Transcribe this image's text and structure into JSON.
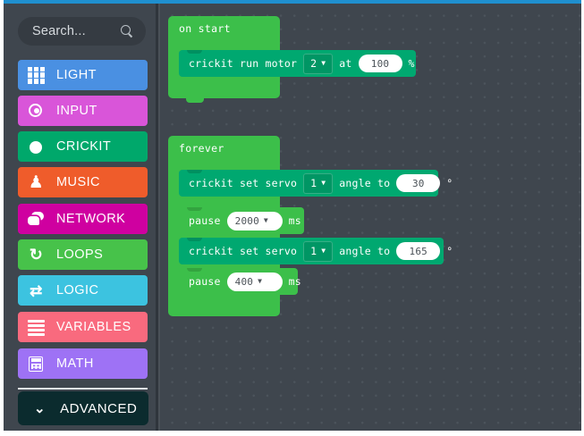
{
  "theme": {
    "topbar_accent": "#1f8fcf",
    "canvas_bg": "#3f464e",
    "grid_dot": "#4c545c",
    "crickit_block": "#00a870",
    "loop_block": "#3cbf4a"
  },
  "search": {
    "placeholder": "Search...",
    "value": "",
    "icon": "search-icon"
  },
  "sidebar": {
    "items": [
      {
        "label": "LIGHT",
        "color": "#4a90e2",
        "icon": "grid-icon"
      },
      {
        "label": "INPUT",
        "color": "#d955d9",
        "icon": "target-icon"
      },
      {
        "label": "CRICKIT",
        "color": "#00a86b",
        "icon": "circle-dot-icon"
      },
      {
        "label": "MUSIC",
        "color": "#ef5c2b",
        "icon": "headphones-icon"
      },
      {
        "label": "NETWORK",
        "color": "#cf00a0",
        "icon": "chat-bubbles-icon"
      },
      {
        "label": "LOOPS",
        "color": "#47c24a",
        "icon": "loop-arrow-icon"
      },
      {
        "label": "LOGIC",
        "color": "#3cc3e0",
        "icon": "shuffle-icon"
      },
      {
        "label": "VARIABLES",
        "color": "#f96a7e",
        "icon": "lines-icon"
      },
      {
        "label": "MATH",
        "color": "#9e72f5",
        "icon": "calculator-icon"
      }
    ],
    "advanced": {
      "label": "ADVANCED",
      "color": "#0b2b2e",
      "icon": "chevron-down-icon"
    }
  },
  "workspace": {
    "blocks": [
      {
        "header": "on start",
        "statements": [
          {
            "kind": "crickit",
            "parts": [
              {
                "type": "text",
                "value": "crickit run motor"
              },
              {
                "type": "dropdown-dark",
                "value": "2"
              },
              {
                "type": "text",
                "value": "at"
              },
              {
                "type": "pill",
                "value": "100"
              },
              {
                "type": "unit",
                "value": "%"
              }
            ]
          }
        ]
      },
      {
        "header": "forever",
        "statements": [
          {
            "kind": "crickit",
            "parts": [
              {
                "type": "text",
                "value": "crickit set servo"
              },
              {
                "type": "dropdown-dark",
                "value": "1"
              },
              {
                "type": "text",
                "value": "angle to"
              },
              {
                "type": "pill",
                "value": "30"
              },
              {
                "type": "unit",
                "value": "°"
              }
            ]
          },
          {
            "kind": "pause",
            "parts": [
              {
                "type": "text",
                "value": "pause"
              },
              {
                "type": "pill-dropdown",
                "value": "2000"
              },
              {
                "type": "unit",
                "value": "ms"
              }
            ]
          },
          {
            "kind": "crickit",
            "parts": [
              {
                "type": "text",
                "value": "crickit set servo"
              },
              {
                "type": "dropdown-dark",
                "value": "1"
              },
              {
                "type": "text",
                "value": "angle to"
              },
              {
                "type": "pill",
                "value": "165"
              },
              {
                "type": "unit",
                "value": "°"
              }
            ]
          },
          {
            "kind": "pause",
            "parts": [
              {
                "type": "text",
                "value": "pause"
              },
              {
                "type": "pill-dropdown",
                "value": "400"
              },
              {
                "type": "unit",
                "value": "ms"
              }
            ]
          }
        ]
      }
    ]
  }
}
